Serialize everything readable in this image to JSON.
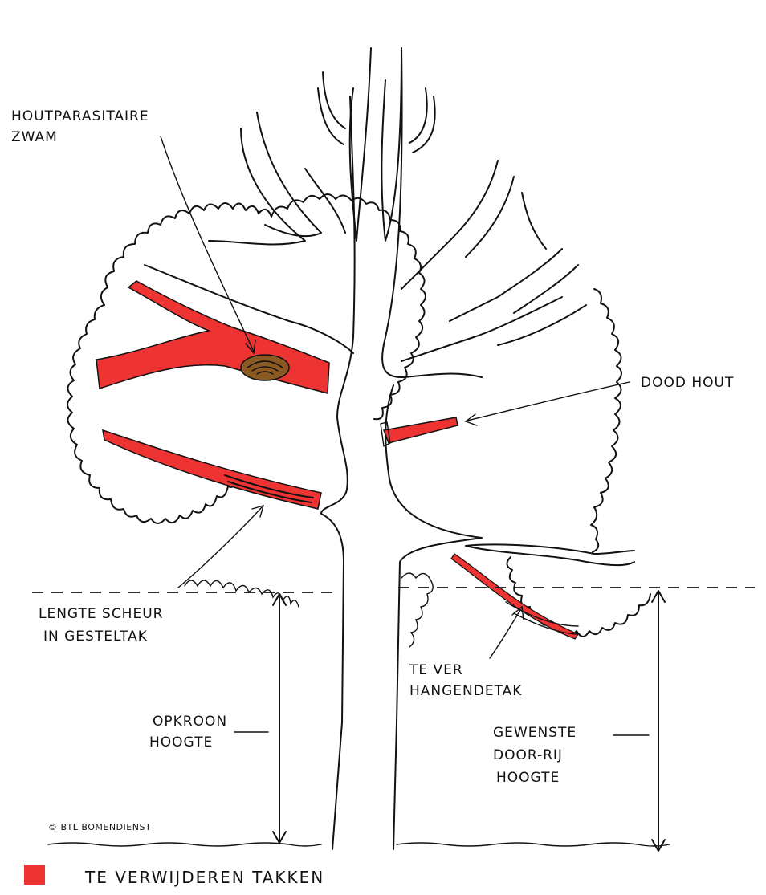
{
  "labels": {
    "fungus_line1": "HOUTPARASITAIRE",
    "fungus_line2": "ZWAM",
    "dead_wood": "DOOD HOUT",
    "crack_line1": "LENGTE SCHEUR",
    "crack_line2": "IN GESTELTAK",
    "hanging_line1": "TE VER",
    "hanging_line2": "HANGENDETAK",
    "crown_line1": "OPKROON",
    "crown_line2": "HOOGTE",
    "clearance_line1": "GEWENSTE",
    "clearance_line2": "DOOR-RIJ",
    "clearance_line3": "HOOGTE",
    "copyright": "© BTL BOMENDIENST"
  },
  "legend": {
    "label": "TE VERWIJDEREN TAKKEN",
    "color": "#ee3333"
  },
  "colors": {
    "remove": "#ee3333",
    "fungus": "#8a5a22",
    "ink": "#111111"
  }
}
